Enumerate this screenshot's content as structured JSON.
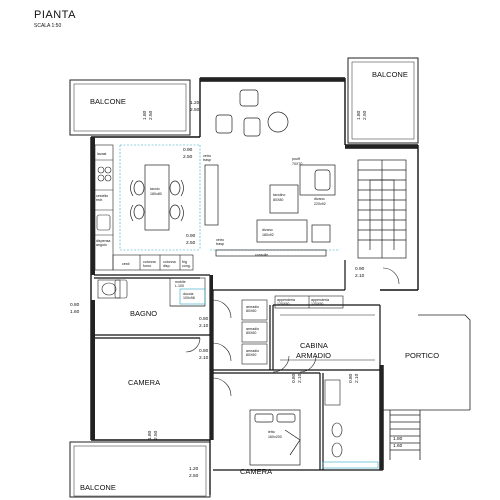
{
  "header": {
    "title": "PIANTA",
    "scale": "SCALA 1:50"
  },
  "rooms": {
    "balcone_nw": "BALCONE",
    "balcone_ne": "BALCONE",
    "balcone_sw": "BALCONE",
    "bagno": "BAGNO",
    "camera_w": "CAMERA",
    "camera_s": "CAMERA",
    "cabina_1": "CABINA",
    "cabina_2": "ARMADIO",
    "portico": "PORTICO"
  },
  "dimensions": {
    "w_balcone_top": "1.80",
    "w_balcone_bot": "2.50",
    "w_living_top": "1.20",
    "w_living_bot": "2.50",
    "w_ne_top": "1.80",
    "w_ne_bot": "2.50",
    "w_vetro1_top": "0.90",
    "w_vetro1_bot": "2.50",
    "w_vetro2_top": "0.90",
    "w_vetro2_bot": "2.50",
    "w_bagno_top": "0.80",
    "w_bagno_bot": "1.60",
    "d_bagno_top": "0.80",
    "d_bagno_bot": "2.10",
    "d_camera_top": "0.80",
    "d_camera_bot": "2.10",
    "d_cab1_top": "0.80",
    "d_cab1_bot": "2.10",
    "d_cab2_top": "0.80",
    "d_cab2_bot": "2.10",
    "w_stair_top": "0.90",
    "w_stair_bot": "2.10",
    "w_camera_top": "1.80",
    "w_camera_bot": "2.50",
    "w_camera2_top": "1.20",
    "w_camera2_bot": "2.50",
    "w_portico_top": "1.80",
    "w_portico_bot": "1.60"
  },
  "furniture": {
    "vetro_label": "vetro",
    "vetro_sub": "trasp",
    "tavolo": "tavolo",
    "tavolo_size": "180x80",
    "pouff": "pouff",
    "pouff_size": "70X70",
    "tavolino": "tavolino",
    "tavolino_size": "80X80",
    "divano1": "divano",
    "divano1_size": "220x92",
    "divano2": "divano",
    "divano2_size": "180x92",
    "consolle": "consolle",
    "lavast": "lavast",
    "cestello": "cestello",
    "cestello_sub": "estr.",
    "dispensa": "dispensa",
    "dispensa_sub": "angolo",
    "cest": "cesti",
    "colonna": "colonna",
    "colonna_sub": "forno",
    "colonna2": "colonna",
    "colonna2_sub": "disp.",
    "frigo": "frig",
    "frigo_sub": "cong.",
    "mobile": "mobile",
    "mobile_size": "L.100",
    "doccia": "doccia",
    "doccia_size": "100x98",
    "appenderia1": "appenderia",
    "appenderia1_size": "120X50",
    "appenderia2": "appenderia",
    "appenderia2_size": "120X50",
    "armadio1": "armadio",
    "armadio1_size": "80X60",
    "armadio2": "armadio",
    "armadio2_size": "80X60",
    "armadio3": "armadio",
    "armadio3_size": "80X60",
    "letto": "letto",
    "letto_size": "160x200"
  }
}
